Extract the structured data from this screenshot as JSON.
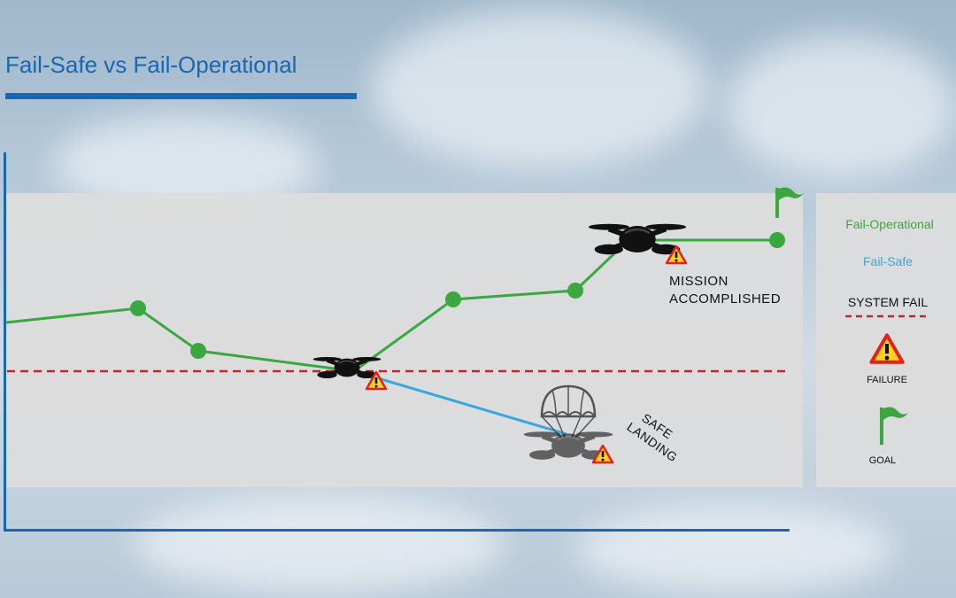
{
  "title": "Fail-Safe vs Fail-Operational",
  "labels": {
    "mission": [
      "MISSION",
      "ACCOMPLISHED"
    ],
    "safe_landing": [
      "SAFE",
      "LANDING"
    ]
  },
  "legend": {
    "fail_operational": "Fail-Operational",
    "fail_safe": "Fail-Safe",
    "system_fail": "SYSTEM FAIL",
    "failure": "FAILURE",
    "goal": "GOAL"
  },
  "colors": {
    "fail_operational": "#3aa83e",
    "fail_safe": "#35a9e0",
    "system_fail": "#c0272d",
    "axis": "#1967b3",
    "warning_fill": "#ffd21e",
    "warning_stroke": "#e2211c"
  }
}
